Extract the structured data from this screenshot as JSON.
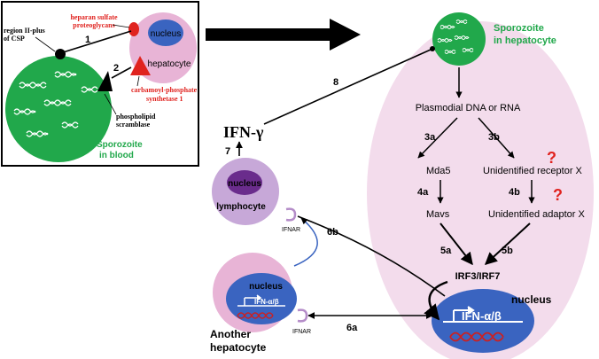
{
  "inset": {
    "region_label_line1": "region II-plus",
    "region_label_line2": "of CSP",
    "heparan_line1": "heparan sulfate",
    "heparan_line2": "proteoglycans",
    "hepatocyte_nucleus": "nucleus",
    "hepatocyte_label": "hepatocyte",
    "step1": "1",
    "step2": "2",
    "cps_line1": "carbamoyl-phosphate",
    "cps_line2": "synthetase 1",
    "scramblase_line1": "phospholipid",
    "scramblase_line2": "scramblase",
    "sporozoite_blood_line1": "Sporozoite",
    "sporozoite_blood_line2": "in blood"
  },
  "infected_hepatocyte": {
    "sporozoite_line1": "Sporozoite",
    "sporozoite_line2": "in hepatocyte",
    "dna_rna": "Plasmodial DNA or RNA",
    "step3a": "3a",
    "step3b": "3b",
    "mda5": "Mda5",
    "receptor_x": "Unidentified receptor X",
    "step4a": "4a",
    "step4b": "4b",
    "mavs": "Mavs",
    "adaptor_x": "Unidentified adaptor X",
    "step5a": "5a",
    "step5b": "5b",
    "irf": "IRF3/IRF7",
    "nucleus": "nucleus",
    "ifn_ab": "IFN-α/β",
    "question_mark": "?"
  },
  "left_side": {
    "step8": "8",
    "ifn_gamma": "IFN-γ",
    "step7": "7",
    "lymph_nucleus": "nucleus",
    "lymphocyte": "lymphocyte",
    "ifnar_top": "IFNAR",
    "step6b": "6b",
    "another_nucleus": "nucleus",
    "another_ifn": "IFN-α/β",
    "ifnar_bottom": "IFNAR",
    "step6a": "6a",
    "another_line1": "Another",
    "another_line2": "hepatocyte"
  },
  "colors": {
    "green": "#21a84b",
    "pink": "#e8b4d6",
    "light_pink": "#f3dcec",
    "blue": "#3a64c0",
    "purple": "#6a2c8c",
    "red": "#e0231f",
    "dna_red": "#cc2020",
    "label_green": "#21a84b"
  },
  "icons": [
    "bold-arrow-icon",
    "question-mark-icon",
    "ifnar-receptor-icon",
    "dna-helix-icon",
    "gene-promoter-icon"
  ]
}
